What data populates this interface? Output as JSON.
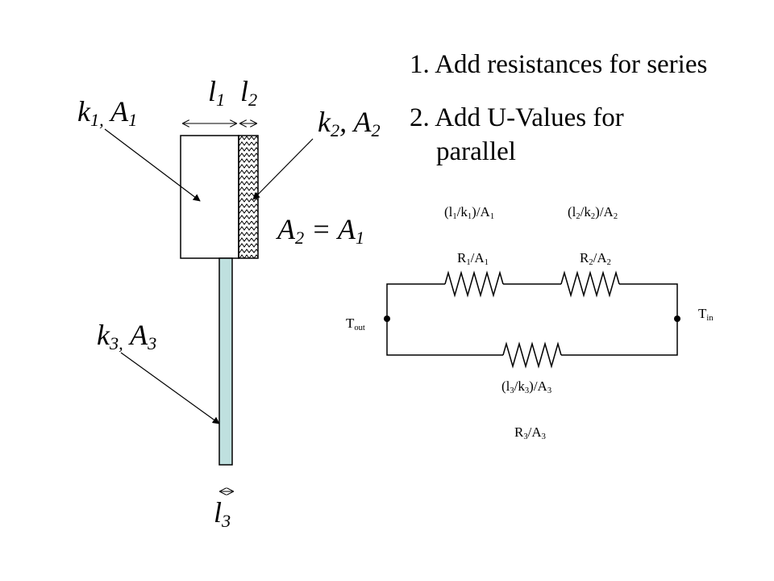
{
  "left_diagram": {
    "l1": {
      "var": "l",
      "sub": "1"
    },
    "l2": {
      "var": "l",
      "sub": "2"
    },
    "k1A1": {
      "k": "k",
      "k_sub": "1,",
      "a": "A",
      "a_sub": "1"
    },
    "k2A2": {
      "k": "k",
      "k_sub": "2",
      "sep": ", ",
      "a": "A",
      "a_sub": "2"
    },
    "area_eq": {
      "a2": "A",
      "a2_sub": "2",
      "eq": " = ",
      "a1": "A",
      "a1_sub": "1"
    },
    "k3A3": {
      "k": "k",
      "k_sub": "3,",
      "a": "A",
      "a_sub": "3"
    },
    "l3": {
      "var": "l",
      "sub": "3"
    },
    "colors": {
      "thin_member": "#bfe0df",
      "outline": "#000000"
    }
  },
  "rules": [
    {
      "num": "1.",
      "text": "Add resistances for series"
    },
    {
      "num": "2.",
      "text": "Add U-Values for",
      "text2": "parallel"
    }
  ],
  "circuit": {
    "top_left_formula": [
      "(l",
      "1",
      "/k",
      "1",
      ")/A",
      "1"
    ],
    "top_right_formula": [
      "(l",
      "2",
      "/k",
      "2",
      ")/A",
      "2"
    ],
    "r1": [
      "R",
      "1",
      "/A",
      "1"
    ],
    "r2": [
      "R",
      "2",
      "/A",
      "2"
    ],
    "t_out": [
      "T",
      "out"
    ],
    "t_in": [
      "T",
      "in"
    ],
    "bottom_formula": [
      "(l",
      "3",
      "/k",
      "3",
      ")/A",
      "3"
    ],
    "r3": [
      "R",
      "3",
      "/A",
      "3"
    ]
  }
}
